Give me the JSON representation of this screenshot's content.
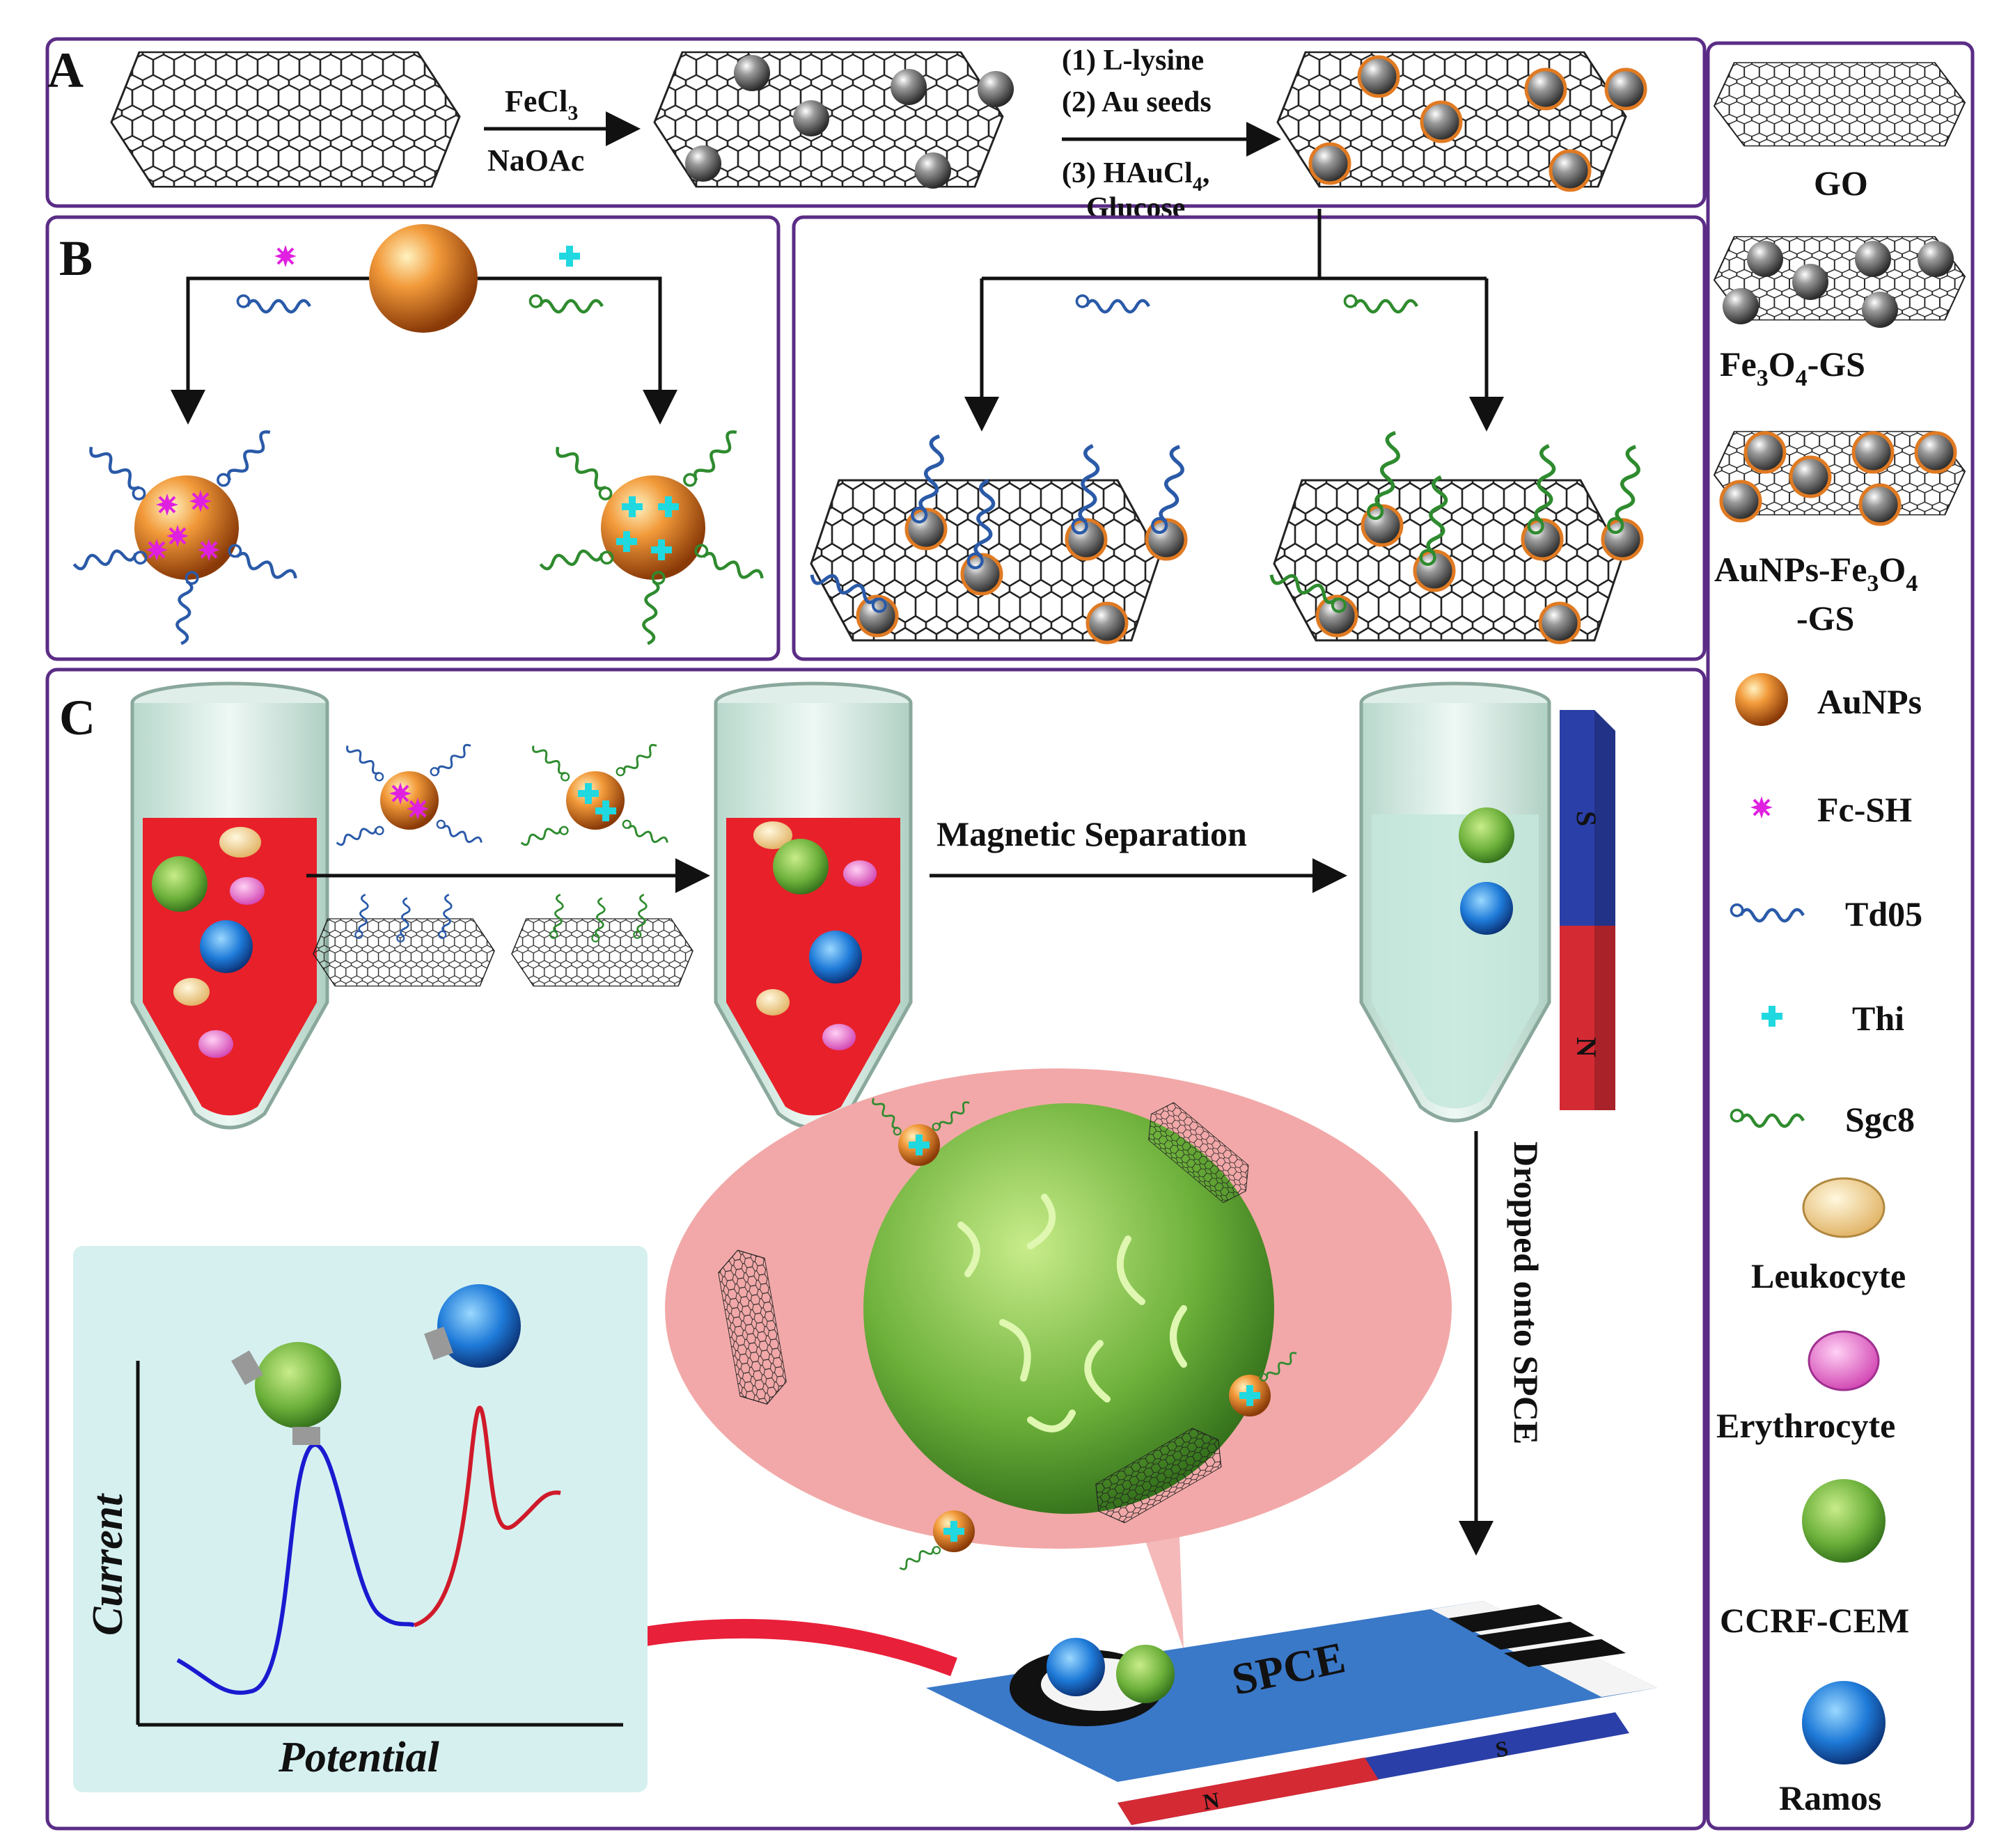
{
  "panels": {
    "a": "A",
    "b": "B",
    "c": "C"
  },
  "panel_a": {
    "step1_top": "FeCl",
    "step1_top_sub": "3",
    "step1_bottom": "NaOAc",
    "step2_line1": "(1) L-lysine",
    "step2_line2": "(2) Au seeds",
    "step2_line3": "(3) HAuCl",
    "step2_line3_sub": "4",
    "step2_line3_end": ",",
    "step2_line4": "Glucose"
  },
  "panel_c": {
    "magnetic_separation": "Magnetic Separation",
    "dropped": "Dropped onto SPCE",
    "spce": "SPCE",
    "magnet_s": "S",
    "magnet_n": "N",
    "plot_y": "Current",
    "plot_x": "Potential"
  },
  "legend": {
    "go": "GO",
    "fe3o4_a": "Fe",
    "fe3o4_sub1": "3",
    "fe3o4_b": "O",
    "fe3o4_sub2": "4",
    "fe3o4_c": "-GS",
    "au_l1_a": "AuNPs-Fe",
    "au_l1_sub1": "3",
    "au_l1_b": "O",
    "au_l1_sub2": "4",
    "au_l2": "-GS",
    "aunps": "AuNPs",
    "fcsh": "Fc-SH",
    "td05": "Td05",
    "thi": "Thi",
    "sgc8": "Sgc8",
    "leukocyte": "Leukocyte",
    "erythrocyte": "Erythrocyte",
    "ccrf": "CCRF-CEM",
    "ramos": "Ramos"
  },
  "colors": {
    "frame": "#5b2d86",
    "gold": "#e07a22",
    "fe_np": "#7a7a7a",
    "td05": "#2a5aa8",
    "sgc8": "#2e8b2e",
    "fc": "#e020e0",
    "thi": "#20d8e0",
    "blood": "#e8202a",
    "curve_blue": "#1a1ad0",
    "curve_red": "#d01a2a"
  }
}
